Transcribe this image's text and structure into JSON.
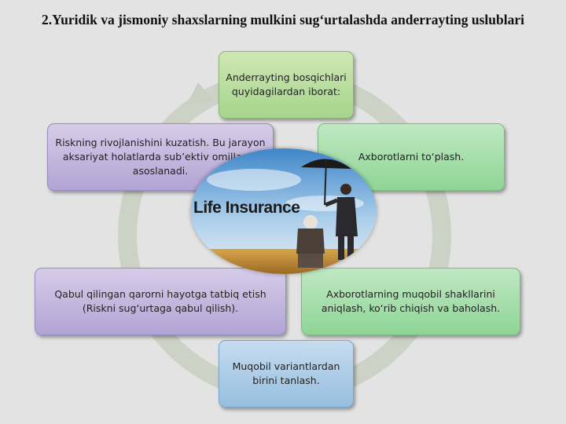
{
  "title": "2.Yuridik va jismoniy shaxslarning mulkini sug‘urtalashda anderrayting uslublari",
  "steps": [
    {
      "text": "Anderrayting bosqichlari quyidagilardan iborat:"
    },
    {
      "text": "Axborotlarni to‘plash."
    },
    {
      "text": "Axborotlarning muqobil shakllarini aniqlash, ko‘rib chiqish va baholash."
    },
    {
      "text": "Muqobil variantlardan birini tanlash."
    },
    {
      "text": "Qabul qilingan qarorni hayotga tatbiq etish (Riskni sug‘urtaga qabul qilish)."
    },
    {
      "text": "Riskning rivojlanishini kuzatish. Bu jarayon aksariyat holatlarda sub’ektiv omillarga asoslanadi."
    }
  ],
  "image": {
    "label": "Life Insurance"
  },
  "colors": {
    "green": "#a6d48d",
    "light_green": "#8fd596",
    "purple": "#b2a4d4",
    "blue": "#96bfe0",
    "ring": "#c9cfc1"
  }
}
